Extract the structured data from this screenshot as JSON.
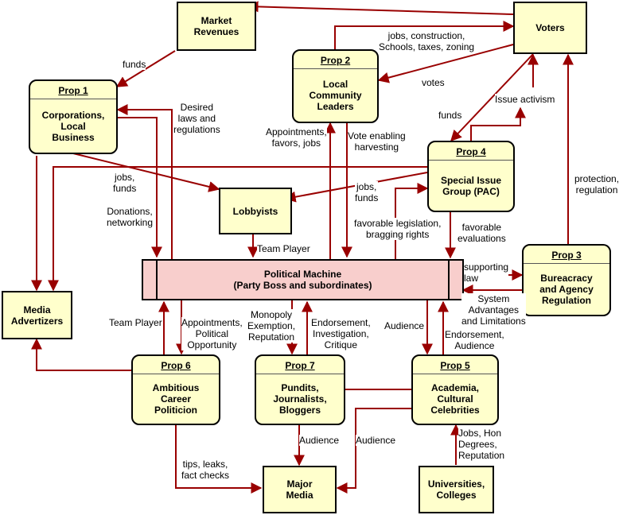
{
  "nodes": {
    "market_revenues": "Market\nRevenues",
    "voters": "Voters",
    "prop1": {
      "title": "Prop 1",
      "body": "Corporations,\nLocal\nBusiness"
    },
    "prop2": {
      "title": "Prop 2",
      "body": "Local\nCommunity\nLeaders"
    },
    "prop3": {
      "title": "Prop 3",
      "body": "Bureacracy\nand Agency\nRegulation"
    },
    "prop4": {
      "title": "Prop 4",
      "body": "Special Issue\nGroup (PAC)"
    },
    "prop5": {
      "title": "Prop 5",
      "body": "Academia,\nCultural\nCelebrities"
    },
    "prop6": {
      "title": "Prop 6",
      "body": "Ambitious\nCareer\nPoliticion"
    },
    "prop7": {
      "title": "Prop 7",
      "body": "Pundits,\nJournalists,\nBloggers"
    },
    "lobbyists": "Lobbyists",
    "political_machine": "Political Machine\n(Party Boss and subordinates)",
    "media_advertizers": "Media\nAdvertizers",
    "major_media": "Major\nMedia",
    "universities": "Universities,\nColleges"
  },
  "edge_labels": {
    "funds_market": "funds",
    "jobs_construction": "jobs, construction,\nSchools, taxes, zoning",
    "votes": "votes",
    "desired_laws": "Desired\nlaws and\nregulations",
    "issue_activism": "Issue activism",
    "funds_voters": "funds",
    "appointments_favors": "Appointments,\nfavors, jobs",
    "vote_enabling": "Vote enabling\nharvesting",
    "jobs_funds_1": "jobs,\nfunds",
    "jobs_funds_4": "jobs,\nfunds",
    "protection": "protection,\nregulation",
    "donations": "Donations,\nnetworking",
    "favorable_legislation": "favorable legislation,\nbragging rights",
    "favorable_evaluations": "favorable\nevaluations",
    "team_player_lobby": "Team Player",
    "supporting_law": "supporting\nlaw",
    "system_advantages": "System\nAdvantages\nand Limitations",
    "team_player_6": "Team Player",
    "appointments_political": "Appointments,\nPolitical\nOpportunity",
    "monopoly": "Monopoly\nExemption,\nReputation",
    "endorsement_investigation": "Endorsement,\nInvestigation,\nCritique",
    "audience_pm5": "Audience",
    "endorsement_audience": "Endorsement,\nAudience",
    "audience_7": "Audience",
    "audience_5": "Audience",
    "jobs_hon": "Jobs, Hon\nDegrees,\nReputation",
    "tips_leaks": "tips, leaks,\nfact checks"
  },
  "colors": {
    "arrow": "#990000",
    "node_fill": "#ffffcc",
    "machine_fill": "#f8cecc",
    "border": "#000000"
  }
}
